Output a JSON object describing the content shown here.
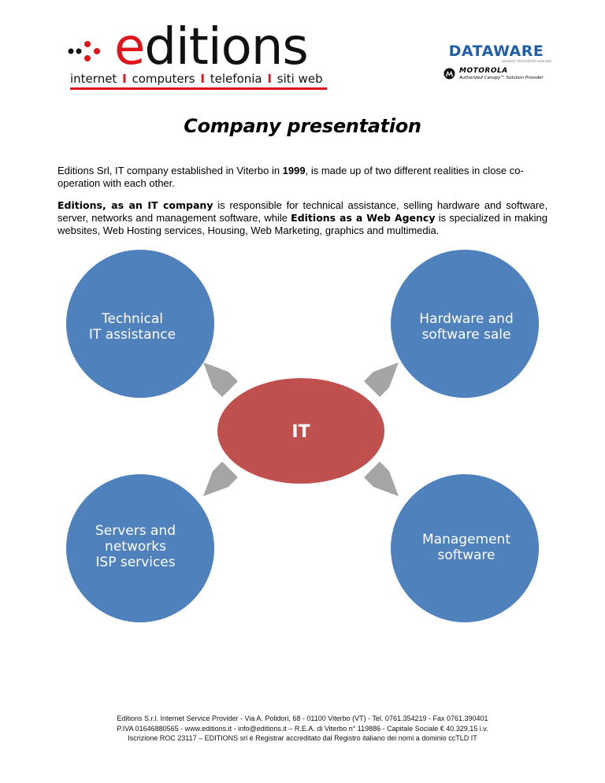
{
  "header": {
    "logo_word": "editions",
    "logo_first_letter": "e",
    "logo_rest": "ditions",
    "tagline": [
      "internet",
      "computers",
      "telefonia",
      "siti web"
    ],
    "tagline_separator": "I",
    "dataware_name": "DATAWARE",
    "dataware_sub": "soluzioni informatiche aziendali",
    "motorola_name": "MOTOROLA",
    "motorola_sub": "Authorized Canopy™ Solution Provider",
    "brand_red": "#e0141b",
    "dataware_blue": "#1f5fa8"
  },
  "document": {
    "title": "Company presentation",
    "p1": {
      "a": "Editions Srl, IT company established in Viterbo in ",
      "year": "1999",
      "b": ", is made up of two different realities in close co-operation with each other."
    },
    "p2": {
      "bold1": "Editions, as an IT company",
      "a": " is responsible for technical assistance, selling hardware and software, server, networks and management software, while ",
      "bold2": "Editions as a Web Agency",
      "b": " is specialized in making websites, Web Hosting services, Housing, Web Marketing, graphics and multimedia."
    }
  },
  "diagram": {
    "center": {
      "label": "IT",
      "color": "#c0504d"
    },
    "circle_color": "#4f81bd",
    "arrow_color": "#a5a5a5",
    "nodes": [
      {
        "lines": [
          "Technical",
          "IT assistance"
        ]
      },
      {
        "lines": [
          "Hardware and",
          "software sale"
        ]
      },
      {
        "lines": [
          "Servers and",
          "networks",
          "ISP services"
        ]
      },
      {
        "lines": [
          "Management",
          "software"
        ]
      }
    ]
  },
  "footer": {
    "line1": "Editions S.r.l. Internet Service Provider - Via A. Polidori, 68 - 01100 Viterbo (VT) - Tel. 0761.354219 - Fax 0761.390401",
    "line2": "P.IVA 01646880565 - www.editions.it - info@editions.it – R.E.A. di Viterbo n° 119886 - Capitale Sociale € 40.329,15 i.v.",
    "line3": "Iscrizione ROC 23117 – EDITIONS srl è Registrar accreditato dal Registro italiano dei nomi a dominio ccTLD IT"
  }
}
